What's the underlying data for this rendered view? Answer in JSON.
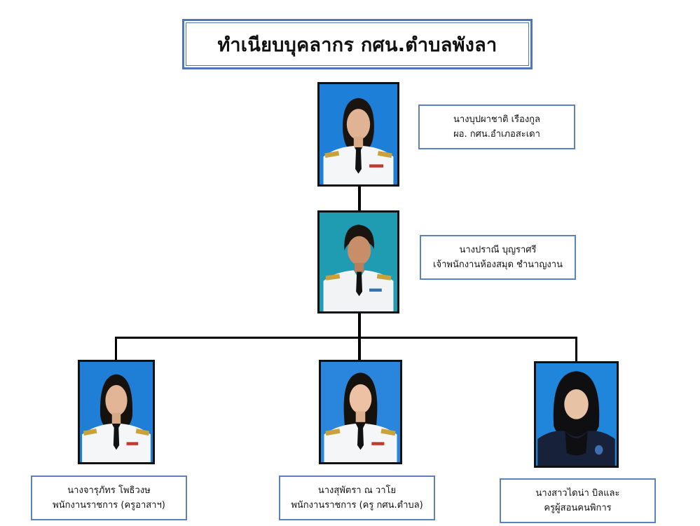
{
  "title": "ทำเนียบบุคลากร กศน.ตำบลพังลา",
  "colors": {
    "frame_blue": "#4f77b8",
    "box_border": "#5b82bf",
    "connector": "#000000",
    "photo_bg": "#1f7fd6"
  },
  "people": [
    {
      "name": "นางบุปผาชาติ  เรืองกูล",
      "position": "ผอ. กศน.อำเภอสะเดา"
    },
    {
      "name": "นางปราณี  บุญราศรี",
      "position": "เจ้าพนักงานห้องสมุด ชำนาญงาน"
    },
    {
      "name": "นางจารุภัทร  โพธิวงษ",
      "position": "พนักงานราชการ (ครูอาสาฯ)"
    },
    {
      "name": "นางสุพัตรา ณ วาโย",
      "position": "พนักงานราชการ (ครู กศน.ตำบล)"
    },
    {
      "name": "นางสาวไดน่า  บิลและ",
      "position": "ครูผู้สอนคนพิการ"
    }
  ]
}
